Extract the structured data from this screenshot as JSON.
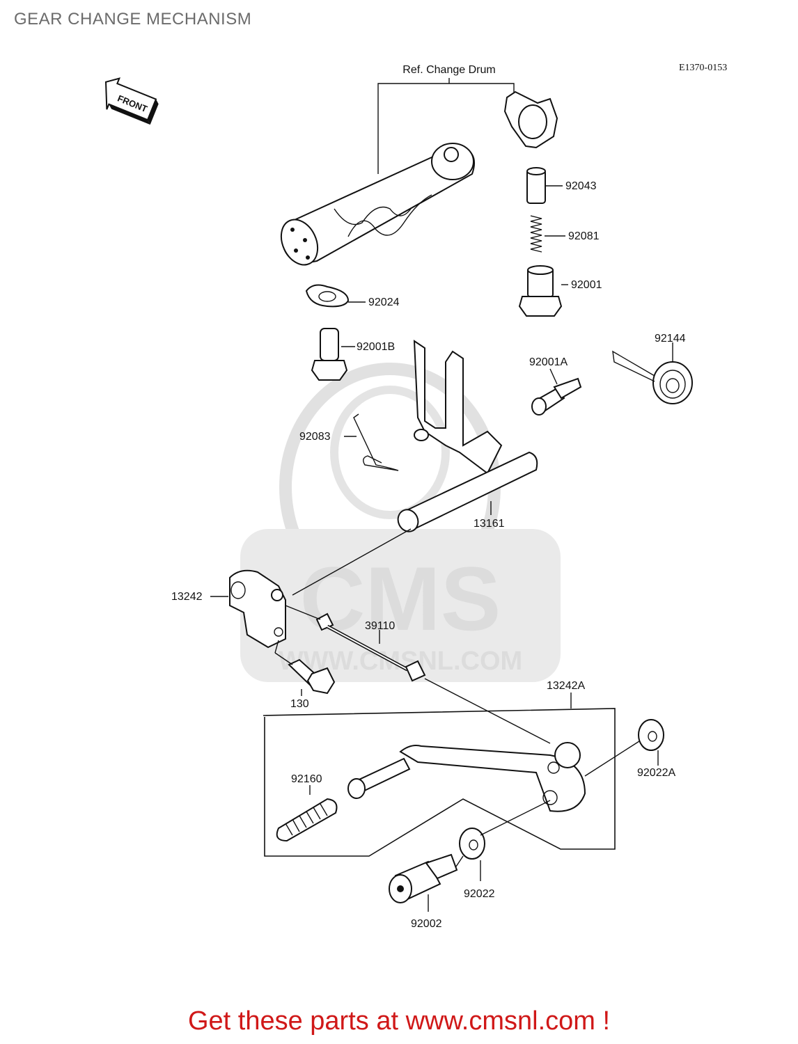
{
  "page": {
    "title": "GEAR CHANGE MECHANISM",
    "cta_text": "Get these parts at www.cmsnl.com !",
    "cta_color": "#d01818"
  },
  "diagram": {
    "reference_code": "E1370-0153",
    "front_arrow_label": "FRONT",
    "ref_change_drum_label": "Ref. Change Drum",
    "watermark": {
      "brand": "CMS",
      "url": "WWW.CMSNL.COM",
      "color": "#d9d9d9"
    },
    "part_labels": {
      "p92043": "92043",
      "p92081": "92081",
      "p92001": "92001",
      "p92024": "92024",
      "p92001B": "92001B",
      "p92144": "92144",
      "p92001A": "92001A",
      "p92083": "92083",
      "p13161": "13161",
      "p13242": "13242",
      "p39110": "39110",
      "p130": "130",
      "p13242A": "13242A",
      "p92160": "92160",
      "p92022A": "92022A",
      "p92022": "92022",
      "p92002": "92002"
    }
  }
}
